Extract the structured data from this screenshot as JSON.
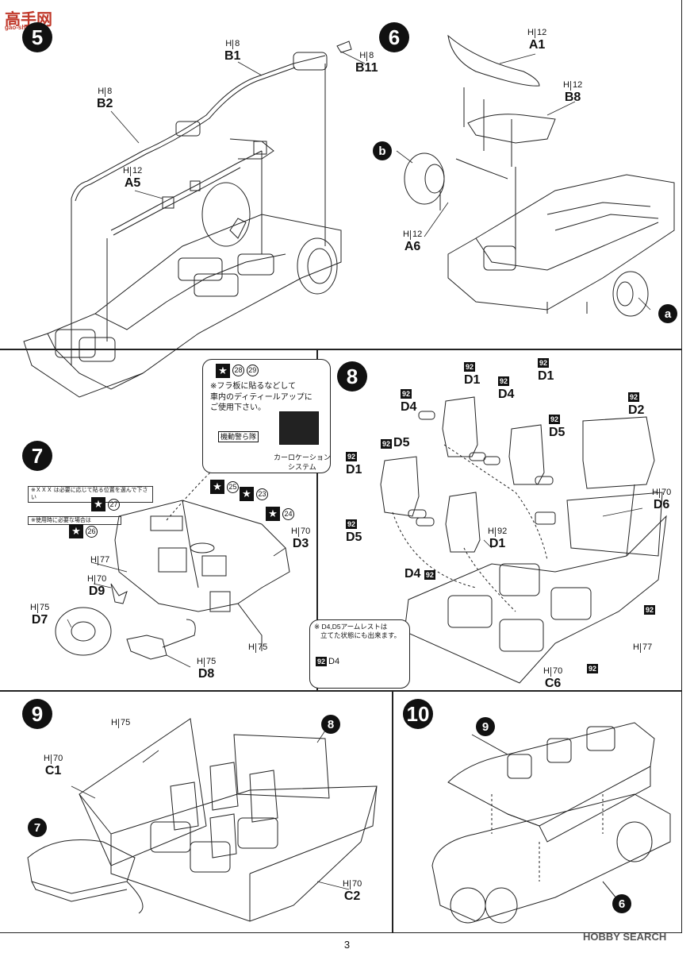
{
  "watermark_top": "高手网",
  "watermark_top_url": "gao-shou.com",
  "watermark_bottom": "HOBBY SEARCH",
  "page_number": "3",
  "steps": {
    "s5": "5",
    "s6": "6",
    "s7": "7",
    "s8": "8",
    "s9": "9",
    "s10": "10"
  },
  "markers": {
    "a": "a",
    "b": "b",
    "ref7": "7",
    "ref8": "8",
    "ref9": "9",
    "ref6": "6"
  },
  "parts": {
    "B1": {
      "h": "H",
      "c": "8",
      "p": "B1"
    },
    "B11": {
      "h": "H",
      "c": "8",
      "p": "B11"
    },
    "B2": {
      "h": "H",
      "c": "8",
      "p": "B2"
    },
    "A5": {
      "h": "H",
      "c": "12",
      "p": "A5"
    },
    "A1": {
      "h": "H",
      "c": "12",
      "p": "A1"
    },
    "B8": {
      "h": "H",
      "c": "12",
      "p": "B8"
    },
    "A6": {
      "h": "H",
      "c": "12",
      "p": "A6"
    },
    "D3": {
      "h": "H",
      "c": "70",
      "p": "D3"
    },
    "H77": {
      "h": "H",
      "c": "77"
    },
    "D9": {
      "h": "H",
      "c": "70",
      "p": "D9"
    },
    "D7": {
      "h": "H",
      "c": "75",
      "p": "D7"
    },
    "D8": {
      "h": "H",
      "c": "75",
      "p": "D8"
    },
    "H75b": {
      "h": "H",
      "c": "75"
    },
    "D6": {
      "h": "H",
      "c": "70",
      "p": "D6"
    },
    "D1r": {
      "h": "H",
      "c": "92",
      "p": "D1"
    },
    "C6": {
      "h": "H",
      "c": "70",
      "p": "C6"
    },
    "H77b": {
      "h": "H",
      "c": "77"
    },
    "C1": {
      "h": "H",
      "c": "70",
      "p": "C1"
    },
    "C2": {
      "h": "H",
      "c": "70",
      "p": "C2"
    },
    "H75c": {
      "h": "H",
      "c": "75"
    }
  },
  "seat_parts": {
    "d4a": "D4",
    "d1a": "D1",
    "d1b": "D1",
    "d2": "D2",
    "d4b": "D4",
    "d5a": "D5",
    "d5b": "D5",
    "d1c": "D1",
    "d5c": "D5",
    "d4c": "D4"
  },
  "color_code": "92",
  "decals": {
    "d28": "28",
    "d29": "29",
    "d25": "25",
    "d23": "23",
    "d24": "24",
    "d27": "27",
    "d26": "26"
  },
  "notes": {
    "decal_note_1": "※フラ板に貼るなどして",
    "decal_note_2": "車内のディティールアップに",
    "decal_note_3": "ご使用下さい。",
    "decal_sticker": "機動警ら隊",
    "car_nav_1": "カーロケーション",
    "car_nav_2": "システム",
    "armrest_note_1": "※ D4,D5アームレストは",
    "armrest_note_2": "立てた状態にも出来ます。",
    "armrest_part": "D4",
    "dash_note_1": "※ＸＸＸ は必要に応じて貼る位置を選んで下さい",
    "dash_note_2": "※使用時に必要な場合は"
  },
  "colors": {
    "ink": "#111111",
    "paper": "#ffffff"
  }
}
